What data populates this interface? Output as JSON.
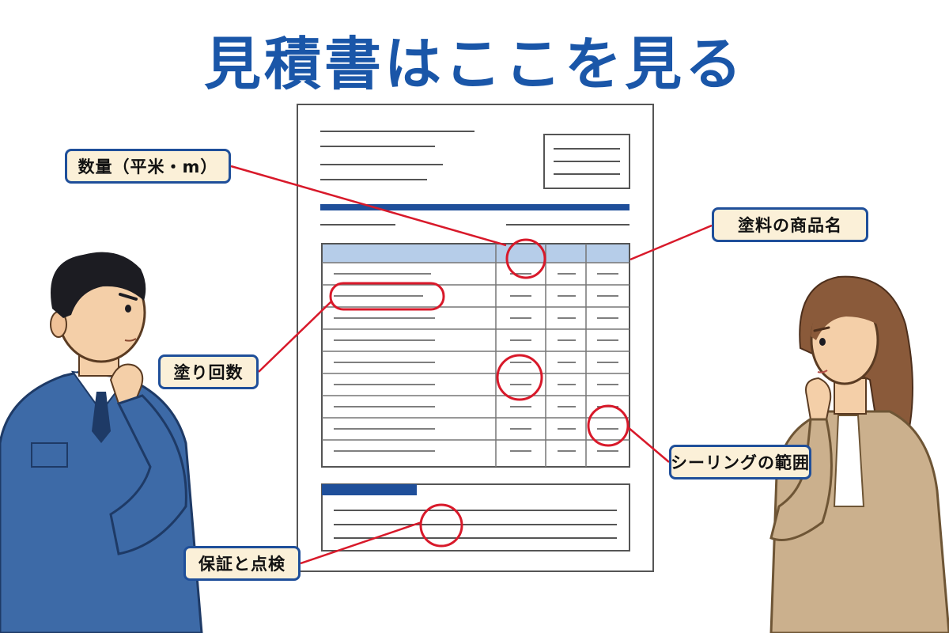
{
  "title": "見積書はここを見る",
  "callouts": {
    "quantity": "数量（平米・m）",
    "coats": "塗り回数",
    "warranty": "保証と点検",
    "paint_product": "塗料の商品名",
    "sealing": "シーリングの範囲"
  },
  "colors": {
    "title": "#1a56a8",
    "callout_border": "#1f4f9a",
    "callout_fill": "#fbf0d8",
    "highlight": "#d8192a",
    "document_band": "#1f4f9a",
    "table_header": "#b6cde9",
    "man_jacket": "#3d6aa7",
    "woman_jacket": "#cbb08d"
  },
  "icons": {
    "man": "worker-man-thinking-icon",
    "woman": "woman-thinking-icon"
  }
}
